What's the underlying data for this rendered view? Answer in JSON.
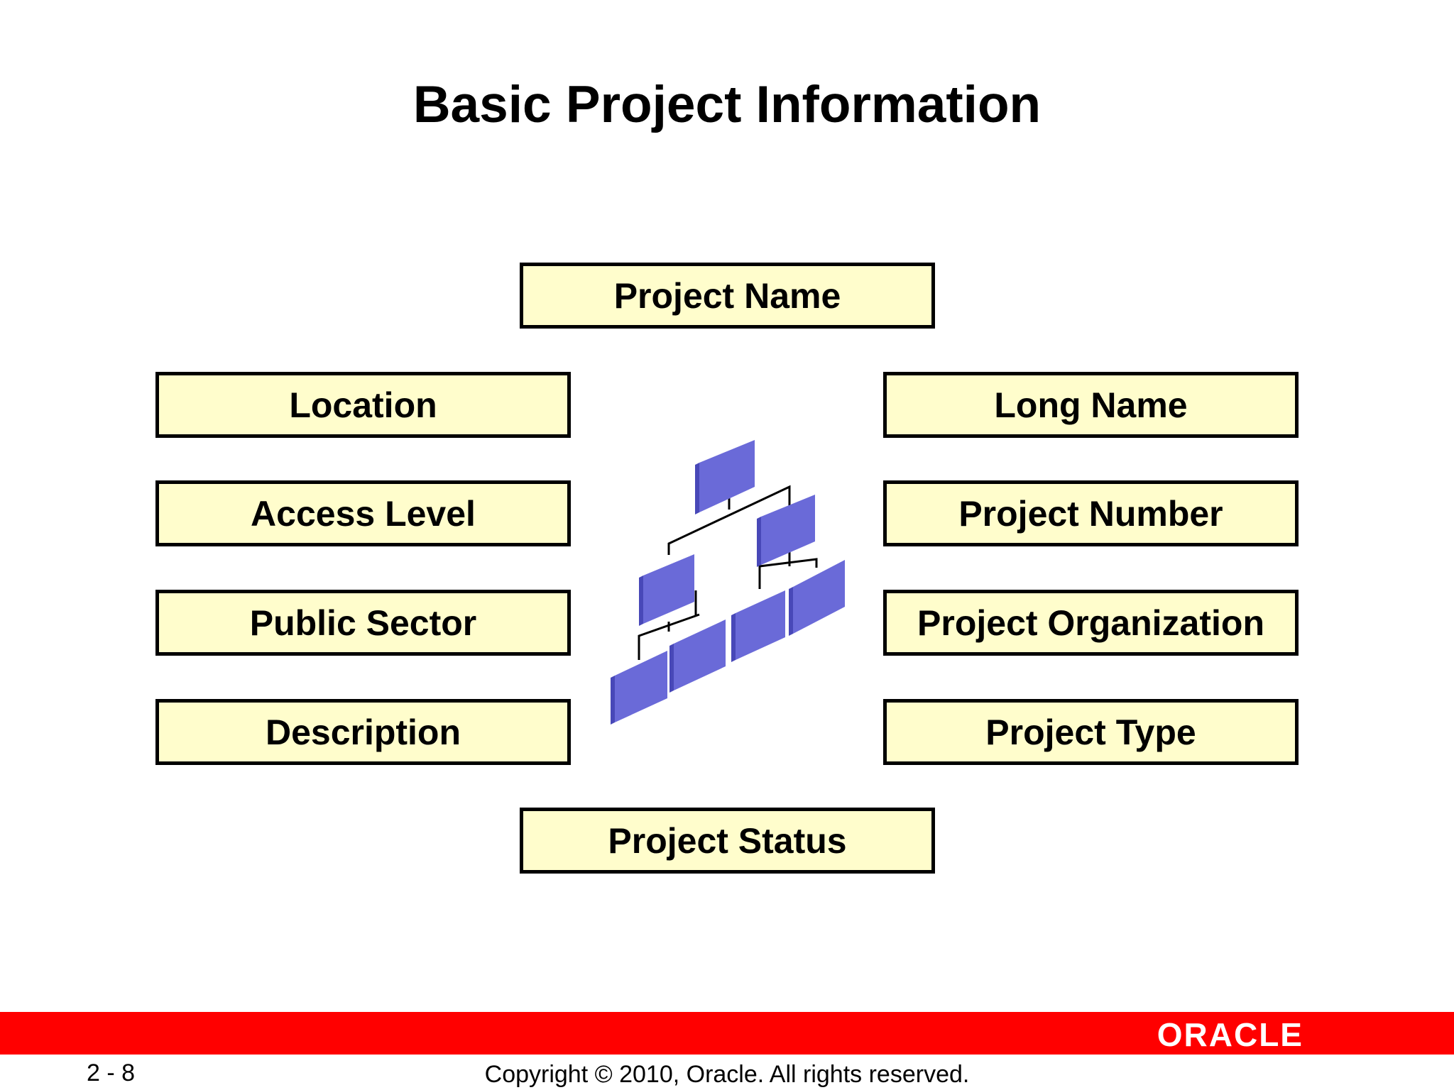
{
  "title": "Basic Project Information",
  "fields": {
    "project_name": "Project Name",
    "location": "Location",
    "access_level": "Access Level",
    "public_sector": "Public Sector",
    "description": "Description",
    "long_name": "Long Name",
    "project_number": "Project Number",
    "project_organization": "Project Organization",
    "project_type": "Project Type",
    "project_status": "Project Status"
  },
  "icons": {
    "center": "org-hierarchy-icon",
    "footer": "oracle-logo"
  },
  "footer": {
    "page": "2 - 8",
    "copyright": "Copyright © 2010, Oracle. All rights reserved.",
    "logo_text": "ORACLE"
  },
  "colors": {
    "box_fill": "#fffdcc",
    "footer_bar": "#ff0000",
    "node_fill": "#6a6ad8"
  }
}
